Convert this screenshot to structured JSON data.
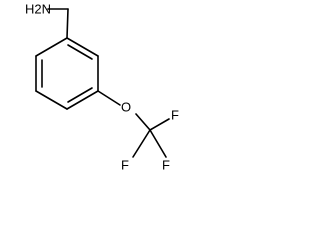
{
  "molecule": {
    "atoms": {
      "amine": "H2N",
      "oxygen": "O",
      "fluorine_1": "F",
      "fluorine_2": "F",
      "fluorine_3": "F"
    }
  },
  "colors": {
    "bond": "#000000",
    "label": "#000000",
    "background": "#ffffff"
  }
}
